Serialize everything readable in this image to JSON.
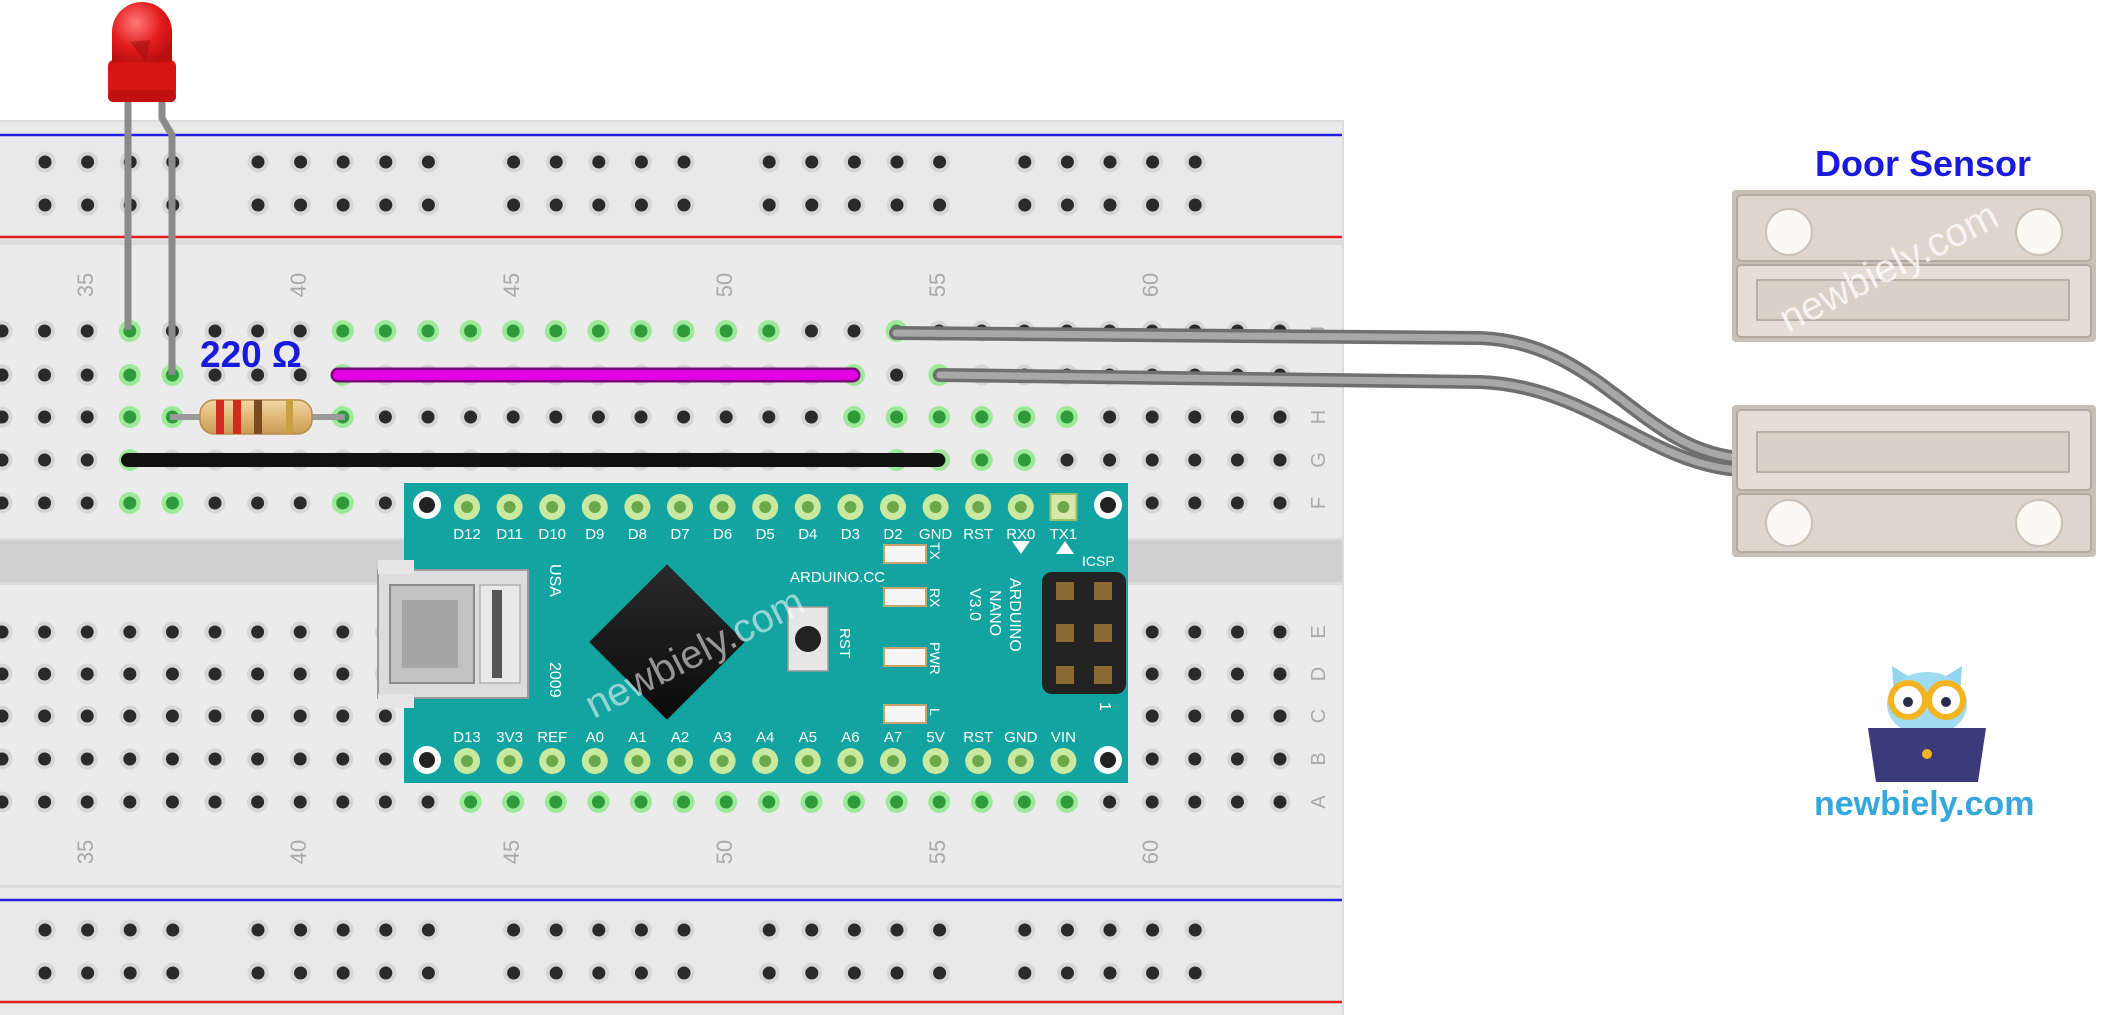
{
  "diagram": {
    "labels": {
      "door_sensor_title": "Door Sensor",
      "resistor_value": "220 Ω",
      "brand": "newbiely.com",
      "watermark": "newbiely.com"
    },
    "breadboard": {
      "column_numbers": [
        "35",
        "40",
        "45",
        "50",
        "55",
        "60"
      ],
      "row_letters_top": [
        "J",
        "I",
        "H",
        "G",
        "F"
      ],
      "row_letters_bottom": [
        "E",
        "D",
        "C",
        "B",
        "A"
      ]
    },
    "arduino": {
      "top_pins": [
        "D12",
        "D11",
        "D10",
        "D9",
        "D8",
        "D7",
        "D6",
        "D5",
        "D4",
        "D3",
        "D2",
        "GND",
        "RST",
        "RX0",
        "TX1"
      ],
      "bottom_pins": [
        "D13",
        "3V3",
        "REF",
        "A0",
        "A1",
        "A2",
        "A3",
        "A4",
        "A5",
        "A6",
        "A7",
        "5V",
        "RST",
        "GND",
        "VIN"
      ],
      "site": "ARDUINO.CC",
      "name_lines": [
        "ARDUINO",
        "NANO",
        "V3.0"
      ],
      "usa": "USA",
      "year": "2009",
      "rst_button": "RST",
      "icsp": "ICSP",
      "icsp_pin1": "1",
      "leds": [
        "TX",
        "RX",
        "PWR",
        "L"
      ]
    },
    "colors": {
      "label_blue": "#1a1adc",
      "brand_blue": "#35a7dc",
      "board_teal": "#13a3a0",
      "wire_magenta": "#e400e4",
      "wire_black": "#111111",
      "led_red": "#e31b1b",
      "rail_red": "#e02020",
      "rail_blue": "#2020e0"
    }
  }
}
